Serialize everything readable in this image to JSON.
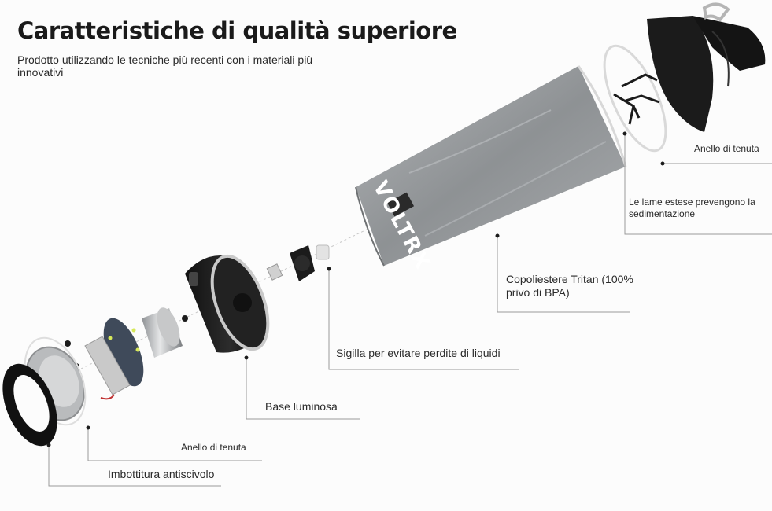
{
  "header": {
    "title": "Caratteristiche di qualità superiore",
    "subtitle": "Prodotto utilizzando le tecniche più recenti con i materiali più innovativi"
  },
  "labels": {
    "seal_ring_top": "Anello di tenuta",
    "extended_blades": "Le lame estese prevengono la sedimentazione",
    "tritan": "Copoliestere Tritan (100% privo di BPA)",
    "leak_seal": "Sigilla per evitare perdite di liquidi",
    "light_base": "Base luminosa",
    "seal_ring_bottom": "Anello di tenuta",
    "anti_slip_padding": "Imbottitura antiscivolo"
  },
  "brand": {
    "logo_text": "VOLTRX"
  },
  "colors": {
    "background": "#fcfcfc",
    "leader_line": "#9a9a9a",
    "part_black": "#1b1b1b",
    "cup_tint": "#8c8f92"
  }
}
